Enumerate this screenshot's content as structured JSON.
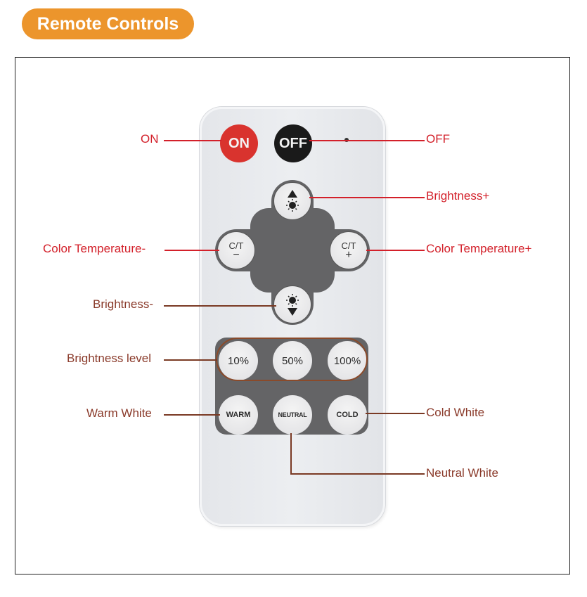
{
  "header": {
    "title": "Remote Controls",
    "accent_color": "#ec952c"
  },
  "remote": {
    "buttons": {
      "on": "ON",
      "off": "OFF",
      "brightness_up_icon": "sun-up-icon",
      "brightness_down_icon": "sun-down-icon",
      "ct_minus": {
        "top": "C/T",
        "bottom": "−"
      },
      "ct_plus": {
        "top": "C/T",
        "bottom": "+"
      },
      "level_10": "10%",
      "level_50": "50%",
      "level_100": "100%",
      "warm": "WARM",
      "neutral": "NEUTRAL",
      "cold": "COLD"
    }
  },
  "callouts": {
    "on": "ON",
    "off": "OFF",
    "brightness_plus": "Brightness+",
    "color_temp_minus": "Color Temperature-",
    "color_temp_plus": "Color Temperature+",
    "brightness_minus": "Brightness-",
    "brightness_level": "Brightness level",
    "warm_white": "Warm White",
    "cold_white": "Cold White",
    "neutral_white": "Neutral White"
  },
  "colors": {
    "callout_red": "#d3202a",
    "on_button": "#d9332e",
    "off_button": "#1a1a1a",
    "pad_gray": "#646466"
  }
}
